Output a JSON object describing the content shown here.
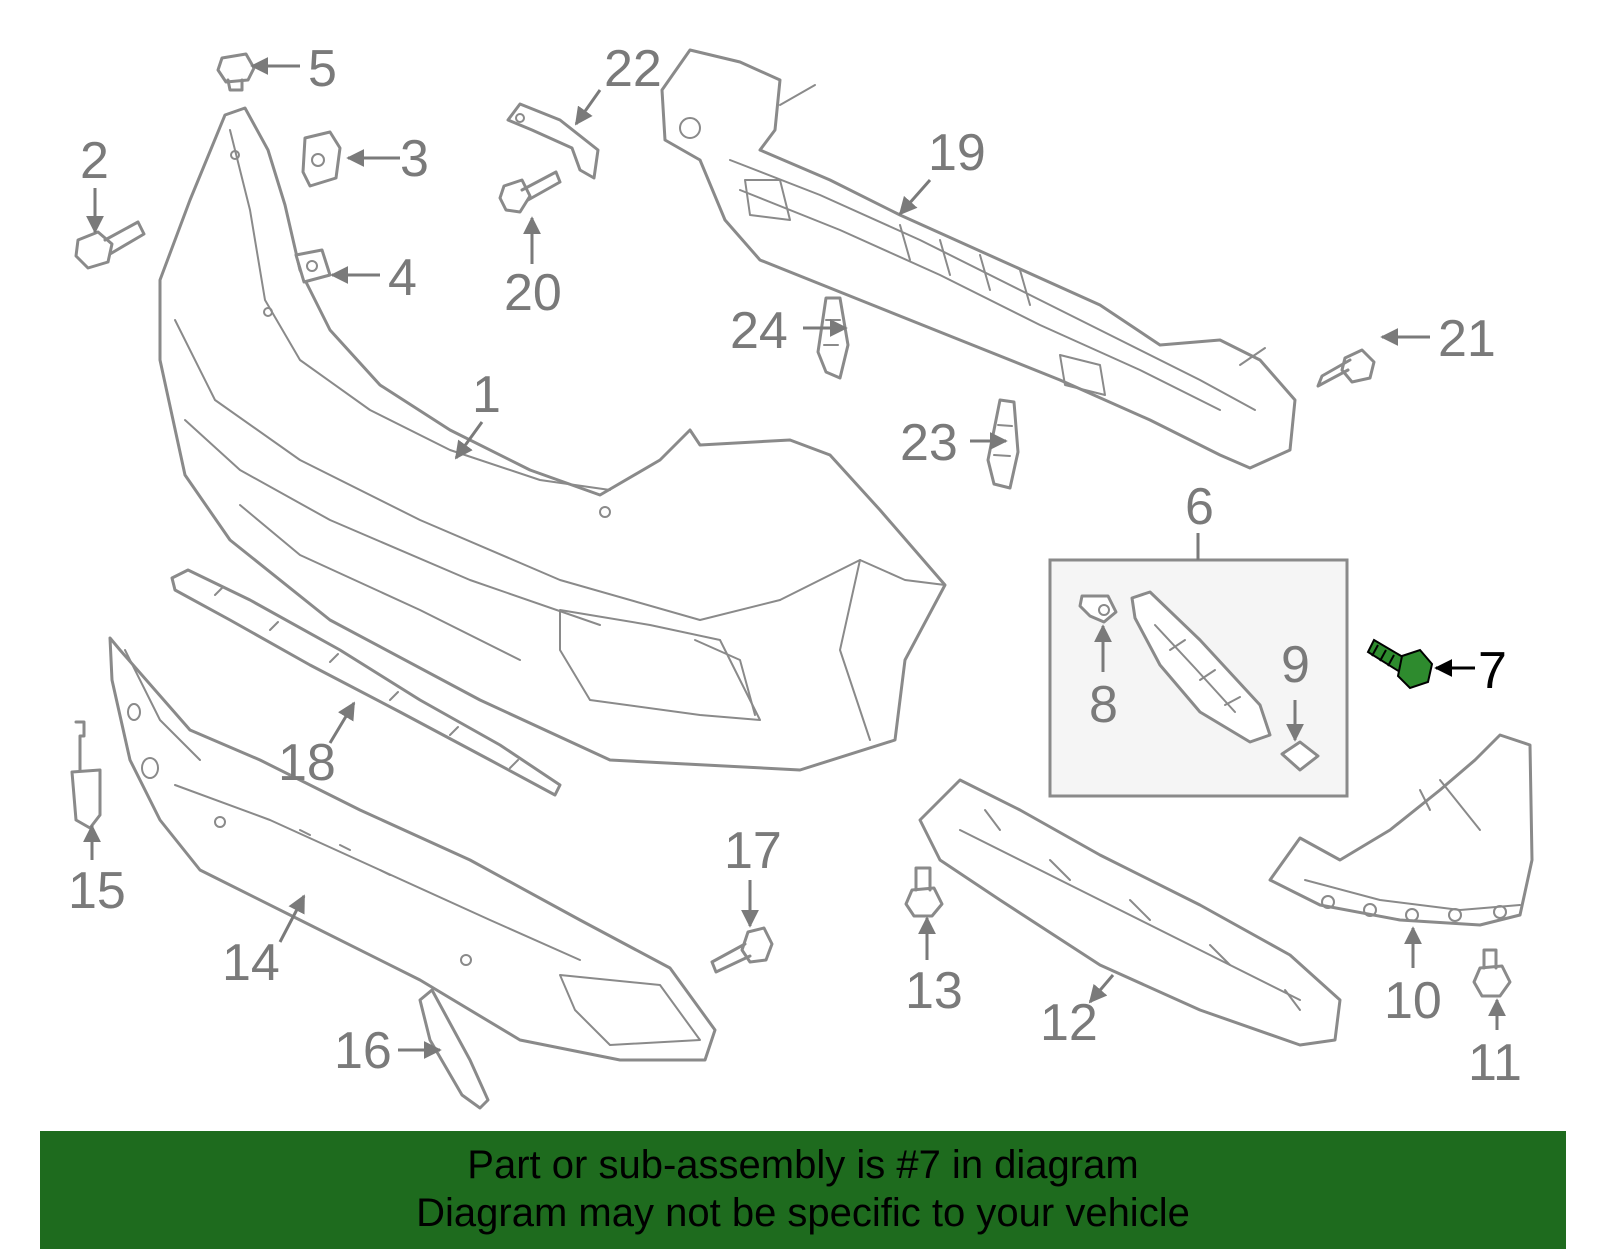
{
  "highlight_color": "#1e6b1e",
  "highlighted_part": "7",
  "callouts": {
    "c1": "1",
    "c2": "2",
    "c3": "3",
    "c4": "4",
    "c5": "5",
    "c6": "6",
    "c7": "7",
    "c8": "8",
    "c9": "9",
    "c10": "10",
    "c11": "11",
    "c12": "12",
    "c13": "13",
    "c14": "14",
    "c15": "15",
    "c16": "16",
    "c17": "17",
    "c18": "18",
    "c19": "19",
    "c20": "20",
    "c21": "21",
    "c22": "22",
    "c23": "23",
    "c24": "24"
  },
  "banner": {
    "line1": "Part or sub-assembly is #7 in diagram",
    "line2": "Diagram may not be specific to your vehicle"
  }
}
